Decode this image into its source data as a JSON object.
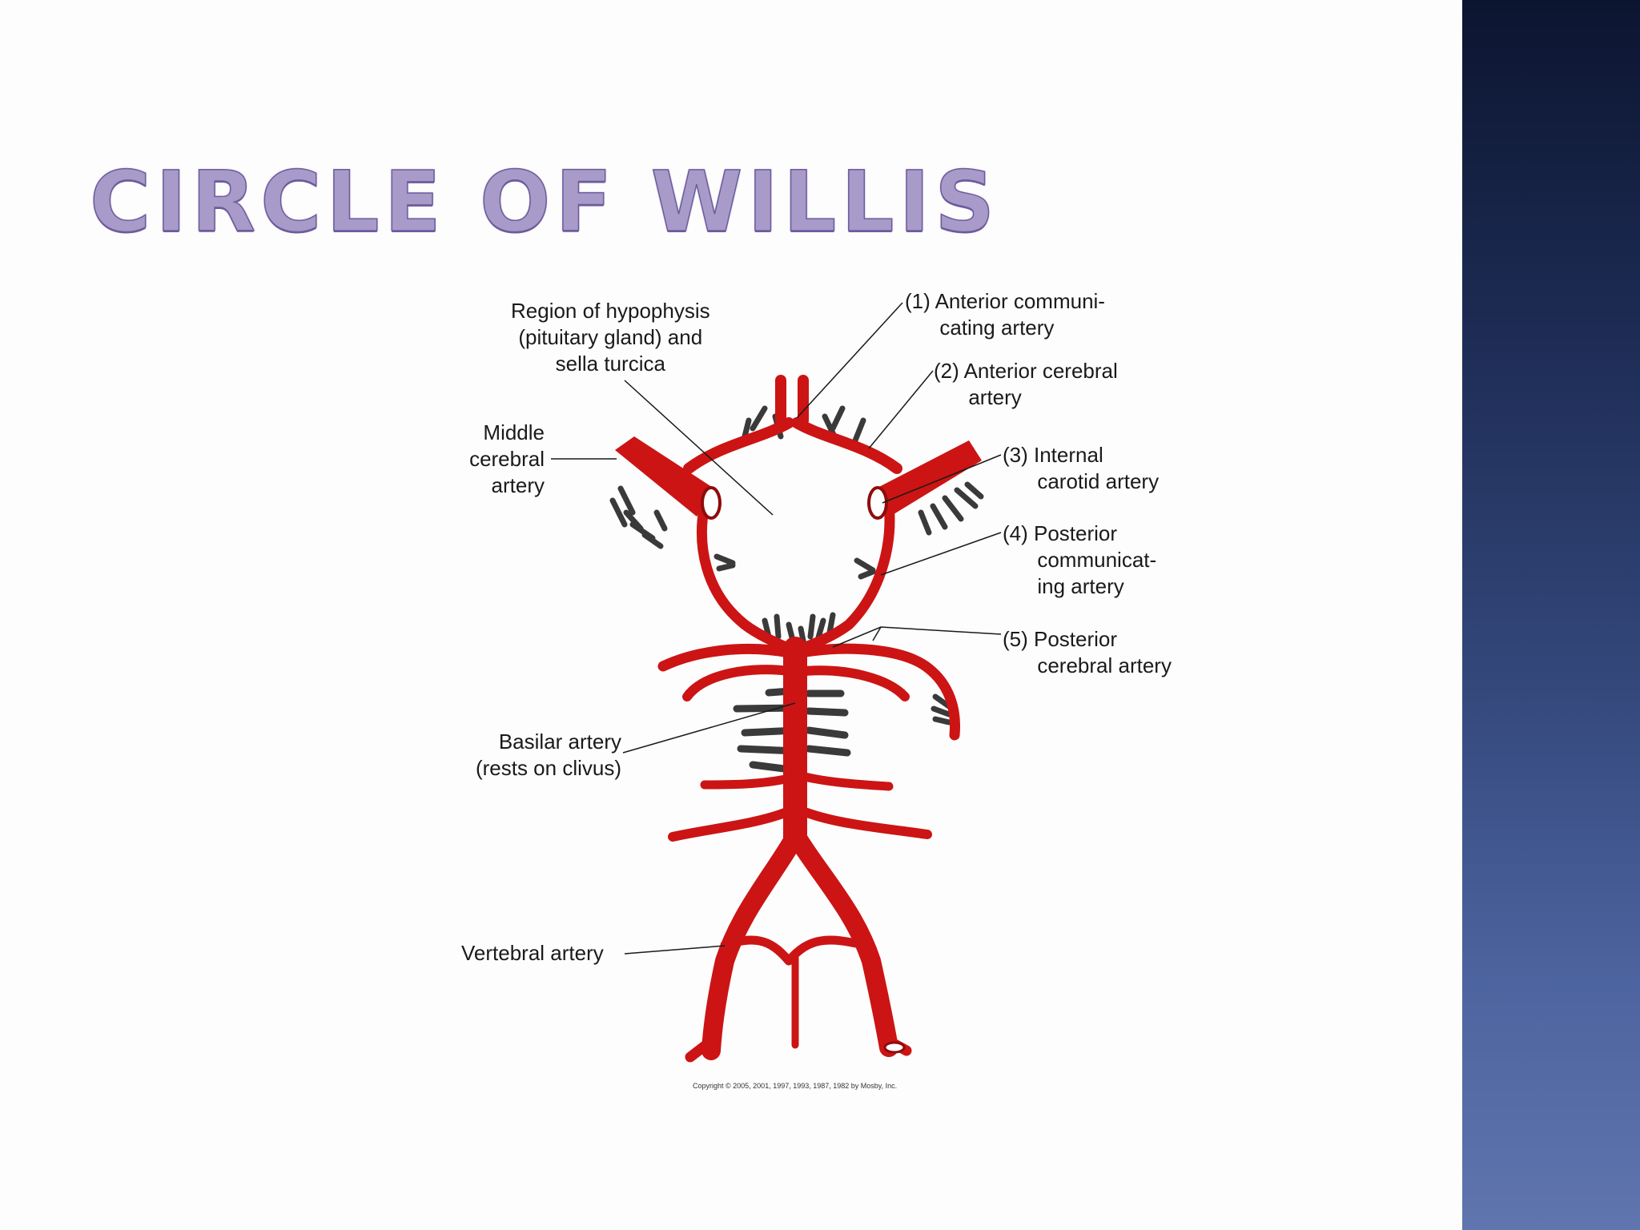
{
  "slide": {
    "title": "CIRCLE OF WILLIS"
  },
  "diagram": {
    "labels": {
      "hypophysis": "Region of hypophysis\n(pituitary gland) and\nsella turcica",
      "middle_cerebral": "Middle\ncerebral\nartery",
      "anterior_communicating": "(1) Anterior communi-\n      cating artery",
      "anterior_cerebral": "(2) Anterior cerebral\n      artery",
      "internal_carotid": "(3) Internal\n      carotid artery",
      "posterior_communicating": "(4) Posterior\n      communicat-\n      ing artery",
      "posterior_cerebral": "(5) Posterior\n      cerebral artery",
      "basilar": "Basilar artery\n(rests on clivus)",
      "vertebral": "Vertebral artery"
    },
    "copyright": "Copyright © 2005, 2001, 1997, 1993, 1987, 1982 by Mosby, Inc."
  },
  "colors": {
    "artery": "#cc1414",
    "artery_dark": "#8e0c0c",
    "branch": "#3a3a3a",
    "title": "#a89bc9",
    "side_panel_top": "#0c1530",
    "side_panel_bottom": "#6075ae"
  }
}
